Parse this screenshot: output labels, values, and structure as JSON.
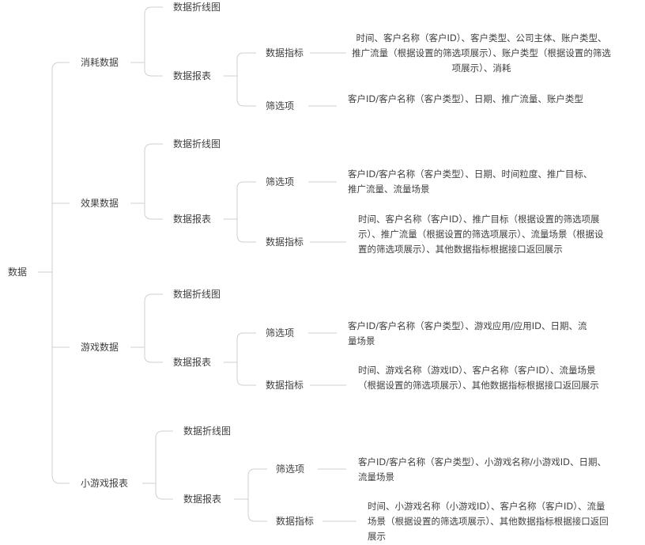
{
  "root": "数据",
  "branches": [
    {
      "id": "xh",
      "label": "消耗数据",
      "line_chart": "数据折线图",
      "report": "数据报表",
      "items": [
        {
          "label": "数据指标",
          "desc": "时间、客户名称（客户ID）、客户类型、公司主体、账户类型、推广流量（根据设置的筛选项展示）、账户类型（根据设置的筛选项展示）、消耗"
        },
        {
          "label": "筛选项",
          "desc": "客户ID/客户名称（客户类型）、日期、推广流量、账户类型"
        }
      ]
    },
    {
      "id": "xg",
      "label": "效果数据",
      "line_chart": "数据折线图",
      "report": "数据报表",
      "items": [
        {
          "label": "筛选项",
          "desc": "客户ID/客户名称（客户类型）、日期、时间粒度、推广目标、推广流量、流量场景"
        },
        {
          "label": "数据指标",
          "desc": "时间、客户名称（客户ID）、推广目标（根据设置的筛选项展示）、推广流量（根据设置的筛选项展示）、流量场景（根据设置的筛选项展示）、其他数据指标根据接口返回展示"
        }
      ]
    },
    {
      "id": "yx",
      "label": "游戏数据",
      "line_chart": "数据折线图",
      "report": "数据报表",
      "items": [
        {
          "label": "筛选项",
          "desc": "客户ID/客户名称（客户类型）、游戏应用/应用ID、日期、流量场景"
        },
        {
          "label": "数据指标",
          "desc": "时间、游戏名称（游戏ID）、客户名称（客户ID）、流量场景（根据设置的筛选项展示）、其他数据指标根据接口返回展示"
        }
      ]
    },
    {
      "id": "xyx",
      "label": "小游戏报表",
      "line_chart": "数据折线图",
      "report": "数据报表",
      "items": [
        {
          "label": "筛选项",
          "desc": "客户ID/客户名称（客户类型）、小游戏名称/小游戏ID、日期、流量场景"
        },
        {
          "label": "数据指标",
          "desc": "时间、小游戏名称（小游戏ID）、客户名称（客户ID）、流量场景（根据设置的筛选项展示）、其他数据指标根据接口返回展示"
        }
      ]
    }
  ]
}
